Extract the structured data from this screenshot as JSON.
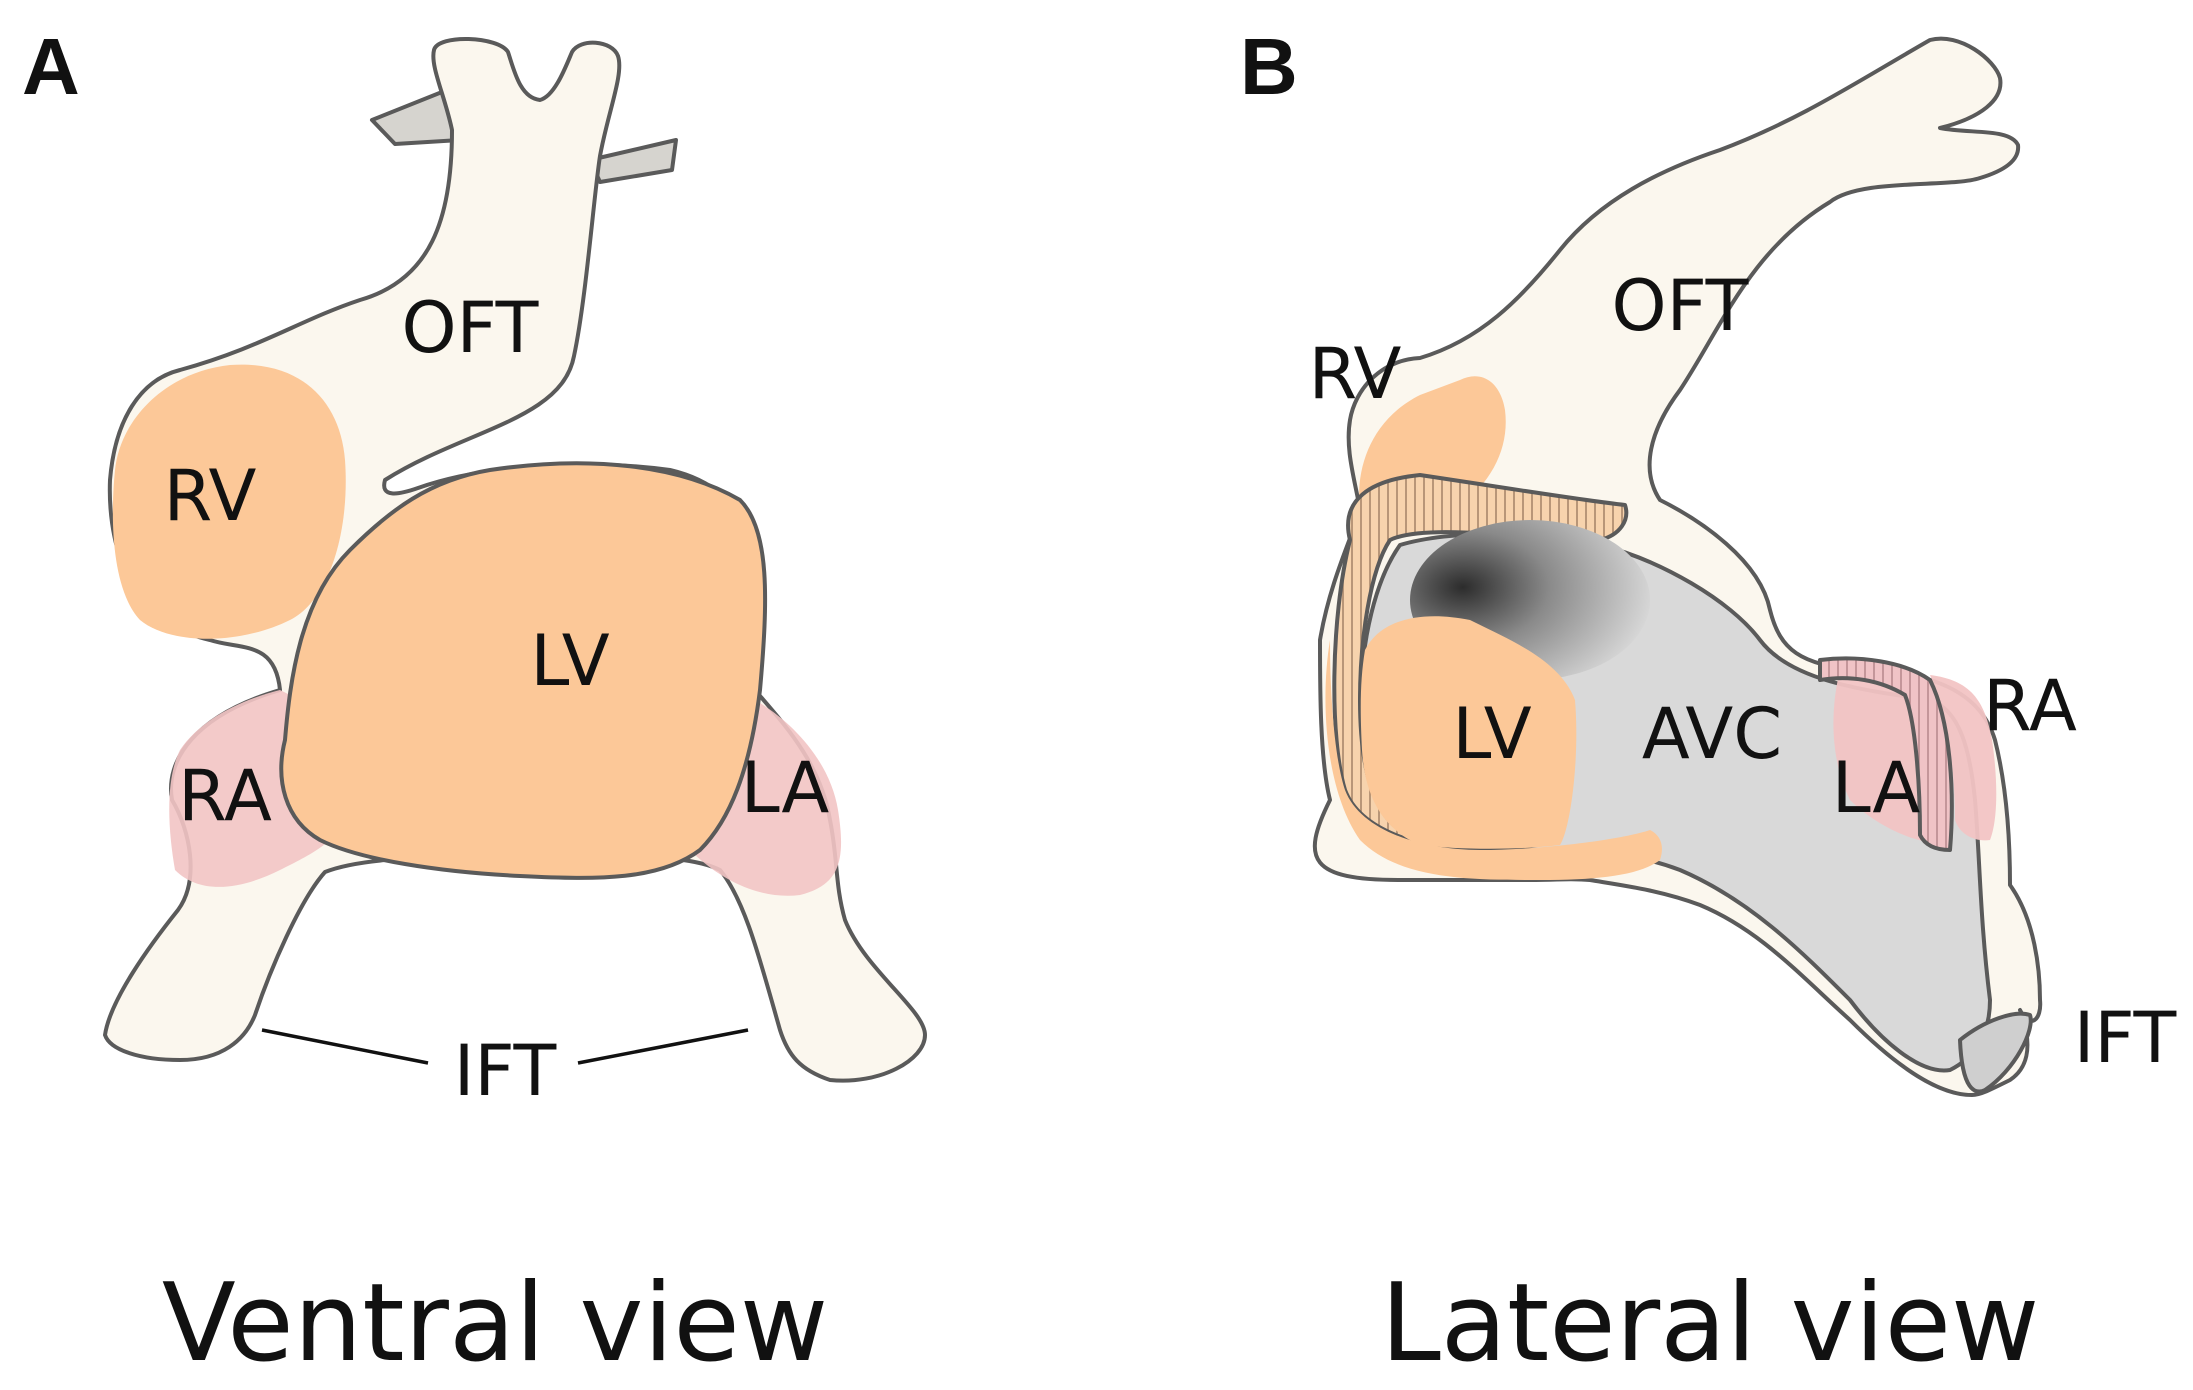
{
  "panel_a": {
    "letter": "A",
    "caption": "Ventral view",
    "labels": {
      "oft": "OFT",
      "rv": "RV",
      "lv": "LV",
      "ra": "RA",
      "la": "LA",
      "ift": "IFT"
    }
  },
  "panel_b": {
    "letter": "B",
    "caption": "Lateral view",
    "labels": {
      "oft": "OFT",
      "rv": "RV",
      "lv": "LV",
      "avc": "AVC",
      "la": "LA",
      "ra": "RA",
      "ift": "IFT"
    }
  },
  "colors": {
    "tissue": "#fbf7ee",
    "ventricle": "#fcc898",
    "atrium": "#f2c4c4",
    "lumen": "#d8d8d8",
    "outline": "#5a5a5a",
    "text": "#111111"
  }
}
